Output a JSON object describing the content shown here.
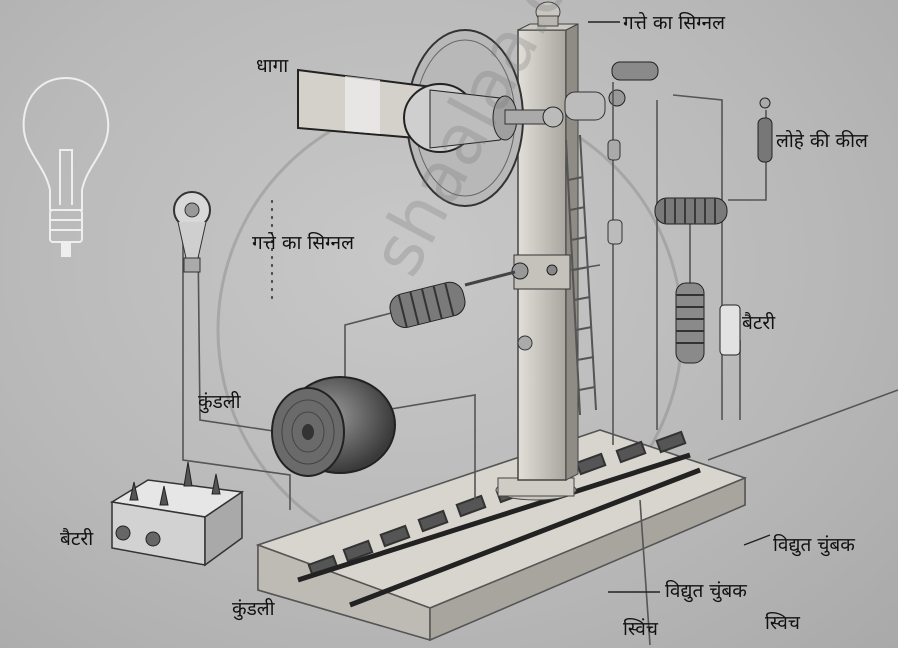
{
  "labels": {
    "thread": "धागा",
    "cardboard_signal_top": "गत्ते का सिग्नल",
    "cardboard_signal_mid": "गत्ते का सिग्नल",
    "iron_nail": "लोहे की कील",
    "battery_right": "बैटरी",
    "coil_left": "कुंडली",
    "battery_left": "बैटरी",
    "coil_bottom": "कुंडली",
    "electromagnet_right": "विद्युत चुंबक",
    "electromagnet_switch": "विद्युत चुंबक",
    "switch_left": "स्विंच",
    "switch_right": "स्विच"
  },
  "watermark": "shaalaa.com",
  "colors": {
    "background": "#b9b9b9",
    "ink": "#111111",
    "wood": "#d6d3cd"
  }
}
